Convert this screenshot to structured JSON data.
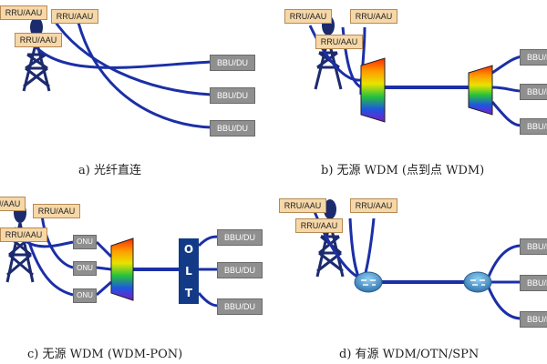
{
  "panels": {
    "a": {
      "caption": "a) 光纤直连",
      "rru_labels": [
        "RRU/AAU",
        "RRU/AAU",
        "RRU/AAU"
      ],
      "bbu_labels": [
        "BBU/DU",
        "BBU/DU",
        "BBU/DU"
      ]
    },
    "b": {
      "caption": "b) 无源 WDM (点到点 WDM)",
      "rru_labels": [
        "RRU/AAU",
        "RRU/AAU",
        "RRU/AAU"
      ],
      "bbu_labels": [
        "BBU/DU",
        "BBU/DU",
        "BBU/DU"
      ]
    },
    "c": {
      "caption": "c) 无源 WDM (WDM-PON)",
      "rru_labels": [
        "RRU/AAU",
        "RRU/AAU",
        "RRU/AAU"
      ],
      "onu_labels": [
        "ONU",
        "ONU",
        "ONU"
      ],
      "olt_letters": [
        "O",
        "L",
        "T"
      ],
      "bbu_labels": [
        "BBU/DU",
        "BBU/DU",
        "BBU/DU"
      ]
    },
    "d": {
      "caption": "d) 有源 WDM/OTN/SPN",
      "rru_labels": [
        "RRU/AAU",
        "RRU/AAU",
        "RRU/AAU"
      ],
      "bbu_labels": [
        "BBU/DU",
        "BBU/DU",
        "BBU/DU"
      ]
    }
  },
  "colors": {
    "fiber": "#1b2fa6",
    "rru_fill": "#f6d7a8",
    "bbu_fill": "#8f8f8f",
    "tower": "#1c2a6e",
    "olt_fill": "#123a86",
    "router_fill": "#3d8fc9"
  }
}
